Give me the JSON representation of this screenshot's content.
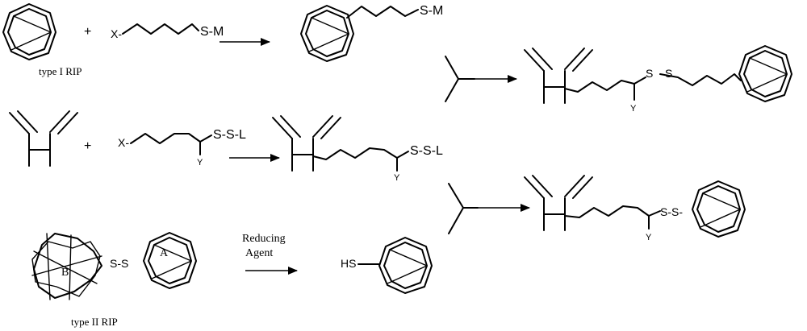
{
  "labels": {
    "type1": "type I RIP",
    "type2": "type II RIP",
    "plus": "+",
    "x_linker": "X-",
    "sm": "S-M",
    "x_linker2": "X-",
    "ssl": "S-S-L",
    "y": "Y",
    "ssl_product": "S-S-L",
    "y_product": "Y",
    "s1": "S",
    "s2": "S",
    "y_conj1": "Y",
    "ss_conj2": "S-S-",
    "y_conj2": "Y",
    "ss_typeII": "S-S",
    "ring_a": "A",
    "ring_b": "B",
    "reducing1": "Reducing",
    "reducing2": "Agent",
    "hs": "HS"
  }
}
